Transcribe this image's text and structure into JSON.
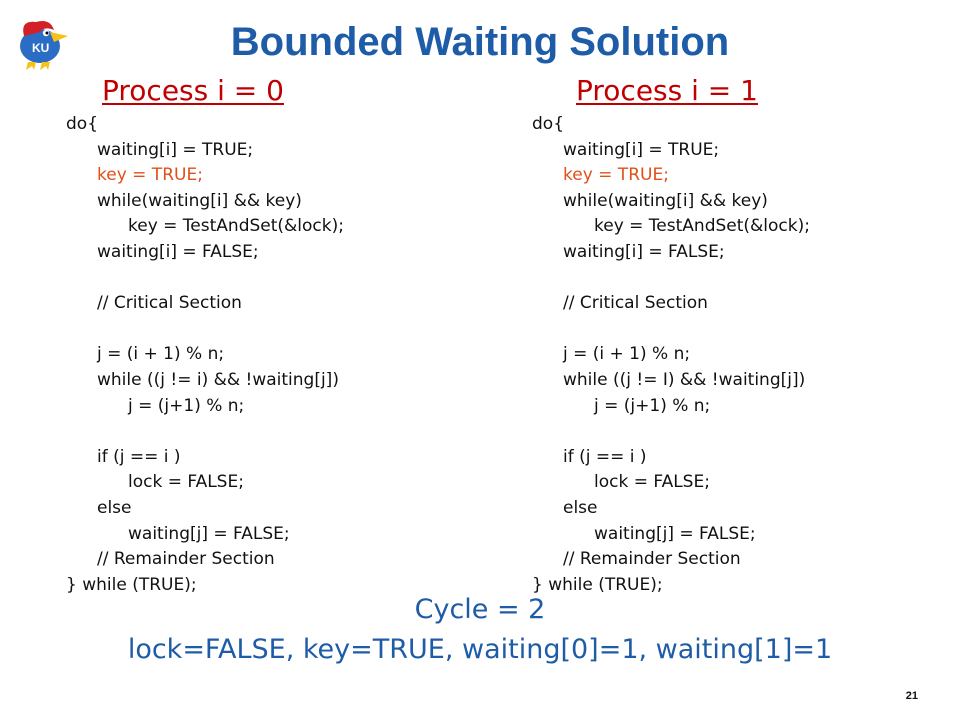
{
  "slide": {
    "title": "Bounded Waiting Solution",
    "page_number": "21"
  },
  "processes": [
    {
      "heading": "Process i = 0",
      "lines": [
        {
          "text": "do{",
          "indent": 0,
          "highlight": false
        },
        {
          "text": "waiting[i] = TRUE;",
          "indent": 1,
          "highlight": false
        },
        {
          "text": "key = TRUE;",
          "indent": 1,
          "highlight": true
        },
        {
          "text": "while(waiting[i] && key)",
          "indent": 1,
          "highlight": false
        },
        {
          "text": "key = TestAndSet(&lock);",
          "indent": 2,
          "highlight": false
        },
        {
          "text": "waiting[i] = FALSE;",
          "indent": 1,
          "highlight": false
        },
        {
          "text": "",
          "indent": 1,
          "highlight": false
        },
        {
          "text": "// Critical Section",
          "indent": 1,
          "highlight": false
        },
        {
          "text": "",
          "indent": 1,
          "highlight": false
        },
        {
          "text": "j = (i + 1) % n;",
          "indent": 1,
          "highlight": false
        },
        {
          "text": "while ((j != i) && !waiting[j])",
          "indent": 1,
          "highlight": false
        },
        {
          "text": "j = (j+1) % n;",
          "indent": 2,
          "highlight": false
        },
        {
          "text": "",
          "indent": 1,
          "highlight": false
        },
        {
          "text": "if (j == i )",
          "indent": 1,
          "highlight": false
        },
        {
          "text": "lock = FALSE;",
          "indent": 2,
          "highlight": false
        },
        {
          "text": "else",
          "indent": 1,
          "highlight": false
        },
        {
          "text": "waiting[j] = FALSE;",
          "indent": 2,
          "highlight": false
        },
        {
          "text": "// Remainder Section",
          "indent": 1,
          "highlight": false
        },
        {
          "text": "} while (TRUE);",
          "indent": 0,
          "highlight": false
        }
      ]
    },
    {
      "heading": "Process i = 1",
      "lines": [
        {
          "text": "do{",
          "indent": 0,
          "highlight": false
        },
        {
          "text": "waiting[i] = TRUE;",
          "indent": 1,
          "highlight": false
        },
        {
          "text": "key = TRUE;",
          "indent": 1,
          "highlight": true
        },
        {
          "text": "while(waiting[i] && key)",
          "indent": 1,
          "highlight": false
        },
        {
          "text": "key = TestAndSet(&lock);",
          "indent": 2,
          "highlight": false
        },
        {
          "text": "waiting[i] = FALSE;",
          "indent": 1,
          "highlight": false
        },
        {
          "text": "",
          "indent": 1,
          "highlight": false
        },
        {
          "text": "// Critical Section",
          "indent": 1,
          "highlight": false
        },
        {
          "text": "",
          "indent": 1,
          "highlight": false
        },
        {
          "text": "j = (i + 1) % n;",
          "indent": 1,
          "highlight": false
        },
        {
          "text": "while ((j != I) && !waiting[j])",
          "indent": 1,
          "highlight": false
        },
        {
          "text": "j = (j+1) % n;",
          "indent": 2,
          "highlight": false
        },
        {
          "text": "",
          "indent": 1,
          "highlight": false
        },
        {
          "text": "if (j == i )",
          "indent": 1,
          "highlight": false
        },
        {
          "text": "lock = FALSE;",
          "indent": 2,
          "highlight": false
        },
        {
          "text": "else",
          "indent": 1,
          "highlight": false
        },
        {
          "text": "waiting[j] = FALSE;",
          "indent": 2,
          "highlight": false
        },
        {
          "text": "// Remainder Section",
          "indent": 1,
          "highlight": false
        },
        {
          "text": "} while (TRUE);",
          "indent": 0,
          "highlight": false
        }
      ]
    }
  ],
  "status": {
    "cycle": "Cycle = 2",
    "state": "lock=FALSE, key=TRUE, waiting[0]=1, waiting[1]=1"
  },
  "colors": {
    "title": "#1f5ca8",
    "heading": "#c00000",
    "code": "#111111",
    "highlight": "#e0501a",
    "status": "#1f5ca8"
  },
  "logo": {
    "icon": "jayhawk-mascot-icon",
    "text": "KU"
  }
}
